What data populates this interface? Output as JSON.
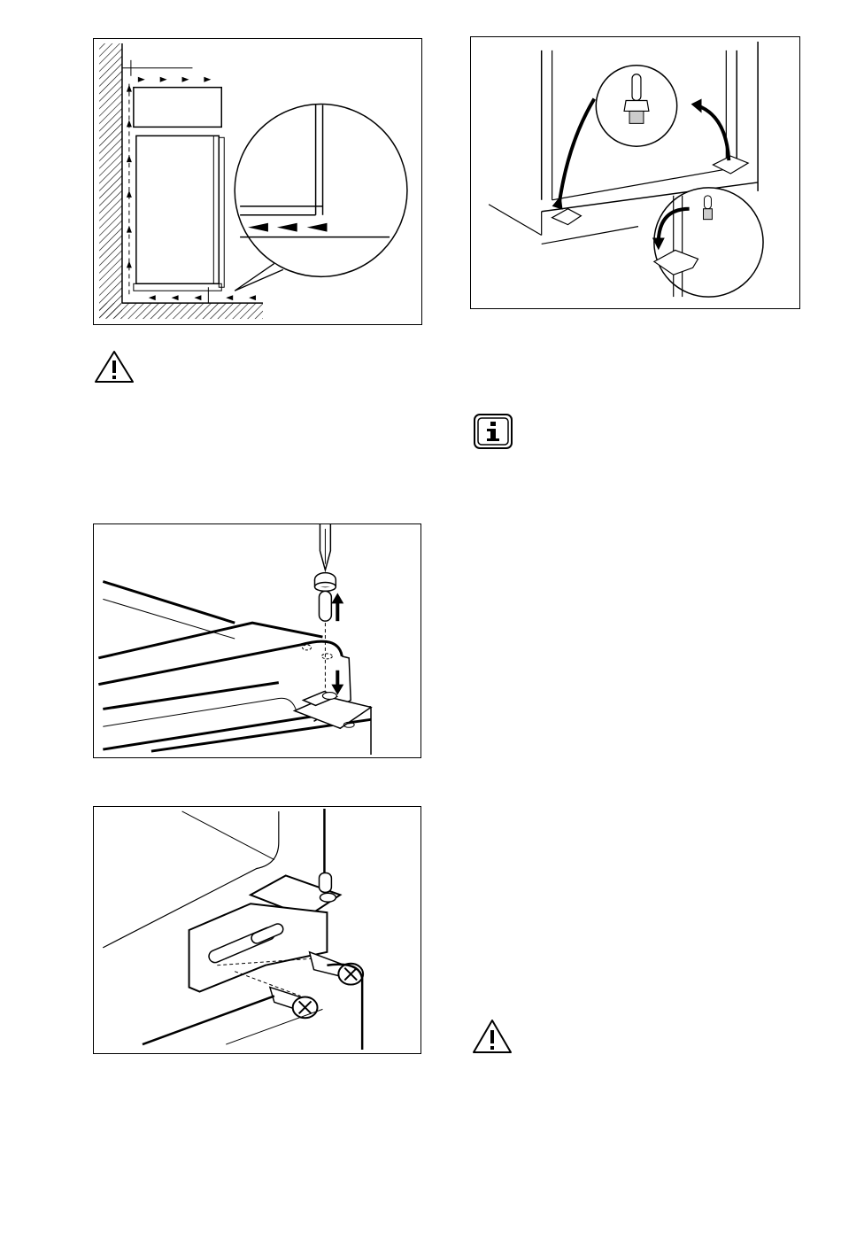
{
  "page": {
    "figures": [
      {
        "id": "fig-ventilation",
        "icon": "ventilation-airflow-diagram"
      },
      {
        "id": "fig-feet-hinge",
        "icon": "hinge-pin-removal-diagram"
      },
      {
        "id": "fig-screwdriver",
        "icon": "screwdriver-hinge-pin-diagram"
      },
      {
        "id": "fig-bracket-screws",
        "icon": "bracket-screw-mounting-diagram"
      }
    ],
    "notices": [
      {
        "id": "warning-1",
        "icon": "warning-triangle-icon"
      },
      {
        "id": "info-1",
        "icon": "info-icon"
      },
      {
        "id": "warning-2",
        "icon": "warning-triangle-icon"
      }
    ]
  }
}
